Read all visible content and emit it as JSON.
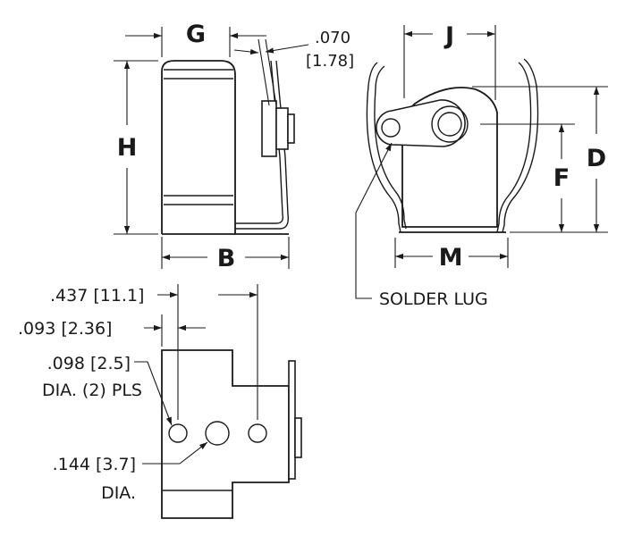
{
  "labels": {
    "g": "G",
    "h": "H",
    "b": "B",
    "j": "J",
    "d": "D",
    "f": "F",
    "m": "M"
  },
  "notes": {
    "thickness_in": ".070",
    "thickness_mm": "[1.78]",
    "solder_lug": "SOLDER LUG",
    "spacing_437": ".437 [11.1]",
    "spacing_093": ".093 [2.36]",
    "hole_098": ".098 [2.5]",
    "hole_098_qty": "DIA. (2) PLS",
    "hole_144": ".144 [3.7]",
    "hole_144_dia": "DIA."
  },
  "colors": {
    "line": "#1a1a1a",
    "background": "#ffffff"
  }
}
